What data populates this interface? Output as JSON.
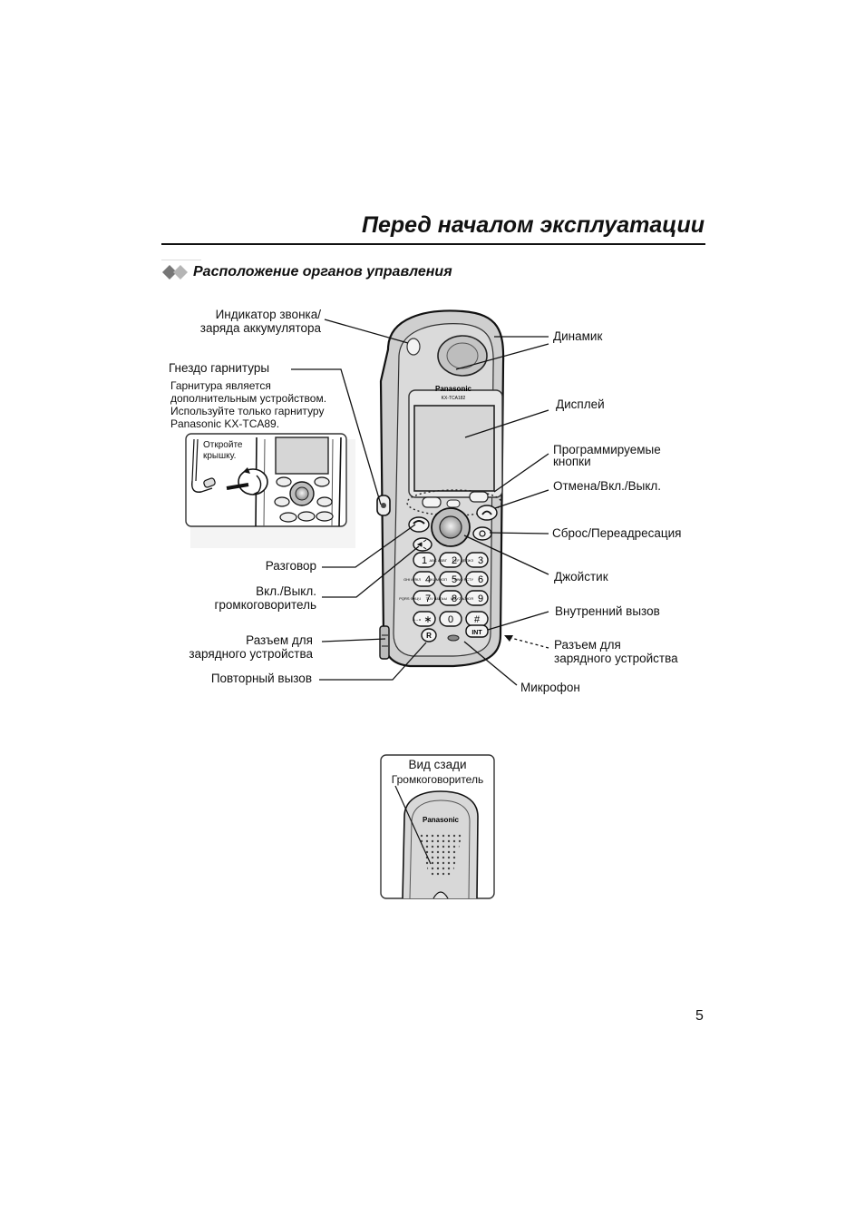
{
  "header": {
    "title": "Перед началом эксплуатации"
  },
  "section": {
    "title": "Расположение органов управления"
  },
  "labels": {
    "indicator_1": "Индикатор звонка/",
    "indicator_2": "заряда аккумулятора",
    "headset_jack": "Гнездо гарнитуры",
    "headset_note_1": "Гарнитура является",
    "headset_note_2": "дополнительным устройством.",
    "headset_note_3": "Используйте только гарнитуру",
    "headset_note_4": "Panasonic KX-TCA89.",
    "open_cover_1": "Откройте",
    "open_cover_2": "крышку.",
    "talk": "Разговор",
    "speakerphone_1": "Вкл./Выкл.",
    "speakerphone_2": "громкоговоритель",
    "charger_left_1": "Разъем для",
    "charger_left_2": "зарядного устройства",
    "redial": "Повторный вызов",
    "speaker": "Динамик",
    "display": "Дисплей",
    "soft_keys_1": "Программируемые",
    "soft_keys_2": "кнопки",
    "cancel_power": "Отмена/Вкл./Выкл.",
    "reset_forward": "Сброс/Переадресация",
    "joystick": "Джойстик",
    "intercom": "Внутренний вызов",
    "charger_right_1": "Разъем для",
    "charger_right_2": "зарядного устройства",
    "microphone": "Микрофон"
  },
  "phone": {
    "brand": "Panasonic",
    "model": "KX-TCA182",
    "keys": [
      {
        "digit": "1",
        "letters": ""
      },
      {
        "digit": "2",
        "letters": "ABC АБВГ"
      },
      {
        "digit": "3",
        "letters": "DEF ДЕЁЖЗ"
      },
      {
        "digit": "4",
        "letters": "GHI ИЙКЛ"
      },
      {
        "digit": "5",
        "letters": "JKL МНОП"
      },
      {
        "digit": "6",
        "letters": "MNO РСТУ"
      },
      {
        "digit": "7",
        "letters": "PQRS ФХЦЧ"
      },
      {
        "digit": "8",
        "letters": "TUV ШЩЪЫ"
      },
      {
        "digit": "9",
        "letters": "WXYZ ЬЭЮЯ"
      },
      {
        "digit": "∗",
        "letters": "A↔a"
      },
      {
        "digit": "0",
        "letters": ""
      },
      {
        "digit": "#",
        "letters": ""
      }
    ],
    "intercom_key": "INT",
    "redial_key": "R"
  },
  "rear_view": {
    "title": "Вид сзади",
    "speaker_label": "Громкоговоритель",
    "brand": "Panasonic"
  },
  "page_number": "5"
}
